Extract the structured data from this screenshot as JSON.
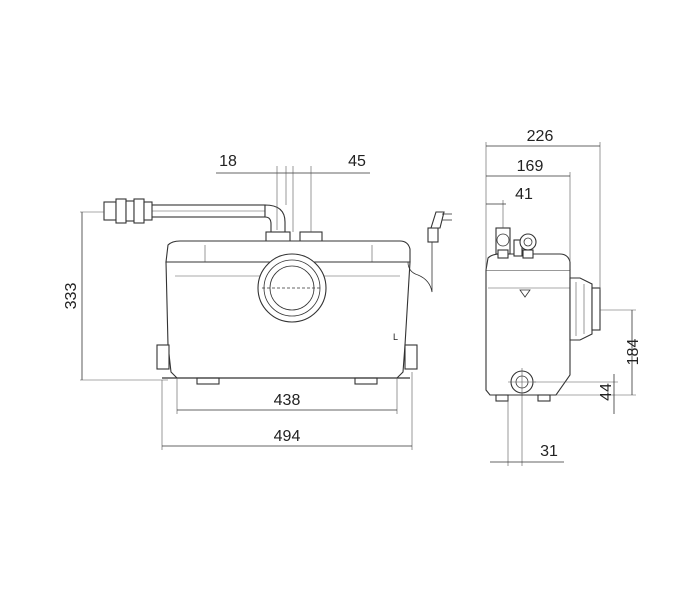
{
  "drawing": {
    "front_view": {
      "dim_height": "333",
      "dim_base_width": "438",
      "dim_overall_width": "494",
      "dim_pipe_left": "18",
      "dim_pipe_right": "45"
    },
    "side_view": {
      "dim_overall_depth": "226",
      "dim_mid_depth": "169",
      "dim_inlet_offset": "41",
      "dim_outlet_height": "184",
      "dim_bottom_height": "44",
      "dim_bottom_offset": "31"
    },
    "colors": {
      "line": "#333333",
      "background": "#ffffff"
    }
  }
}
